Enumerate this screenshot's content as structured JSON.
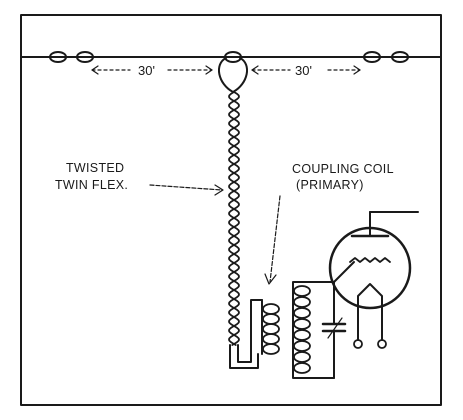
{
  "diagram": {
    "span_left_label": "30'",
    "span_right_label": "30'",
    "twisted_label_line1": "TWISTED",
    "twisted_label_line2": "TWIN FLEX.",
    "coil_label_line1": "COUPLING COIL",
    "coil_label_line2": "(PRIMARY)"
  },
  "colors": {
    "ink": "#1a1a1a",
    "paper": "#ffffff"
  }
}
